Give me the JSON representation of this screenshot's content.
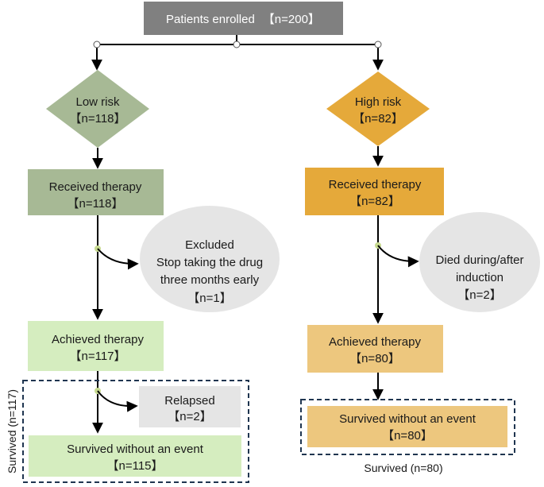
{
  "enrolled": {
    "label": "Patients enrolled",
    "count": "【n=200】"
  },
  "low": {
    "risk": {
      "label": "Low risk",
      "count": "【n=118】"
    },
    "received": {
      "label": "Received therapy",
      "count": "【n=118】"
    },
    "excluded": {
      "line1": "Excluded",
      "line2": "Stop taking the drug",
      "line3": "three months early",
      "count": "【n=1】"
    },
    "achieved": {
      "label": "Achieved therapy",
      "count": "【n=117】"
    },
    "relapsed": {
      "label": "Relapsed",
      "count": "【n=2】"
    },
    "survived": {
      "label": "Survived without an event",
      "count": "【n=115】"
    },
    "group_label": "Survived (n=117)"
  },
  "high": {
    "risk": {
      "label": "High risk",
      "count": "【n=82】"
    },
    "received": {
      "label": "Received therapy",
      "count": "【n=82】"
    },
    "died": {
      "line1": "Died during/after",
      "line2": "induction",
      "count": "【n=2】"
    },
    "achieved": {
      "label": "Achieved therapy",
      "count": "【n=80】"
    },
    "survived": {
      "label": "Survived without an event",
      "count": "【n=80】"
    },
    "group_label": "Survived (n=80)"
  },
  "colors": {
    "top": "#808080",
    "low_dark": "#a7b995",
    "low_light": "#d5edbf",
    "high_dark": "#e5a93a",
    "high_light": "#edc77e",
    "gray_ellipse": "#e5e5e5",
    "dot": "#c6d98f"
  }
}
